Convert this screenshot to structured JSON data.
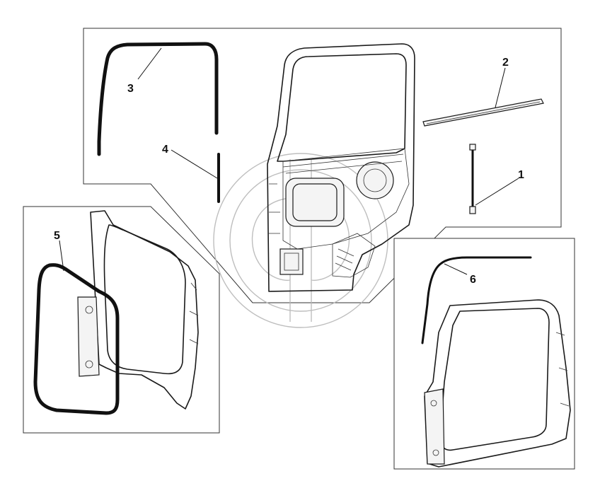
{
  "callouts": [
    {
      "id": "1",
      "label": "1"
    },
    {
      "id": "2",
      "label": "2"
    },
    {
      "id": "3",
      "label": "3"
    },
    {
      "id": "4",
      "label": "4"
    },
    {
      "id": "5",
      "label": "5"
    },
    {
      "id": "6",
      "label": "6"
    }
  ],
  "watermark_icon": "gd-logo-watermark"
}
